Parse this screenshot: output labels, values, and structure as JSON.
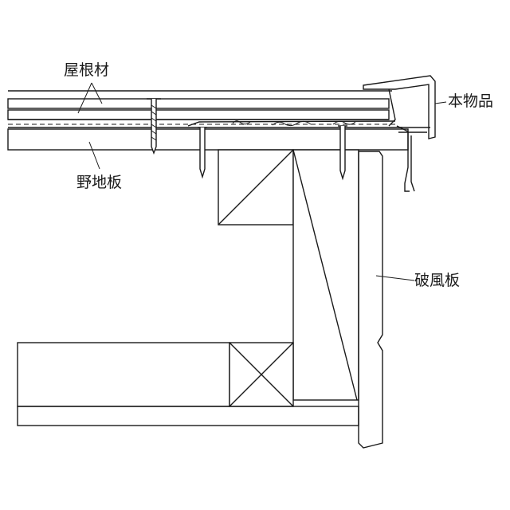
{
  "labels": {
    "roofing": "屋根材",
    "product": "本物品",
    "sheathing": "野地板",
    "fascia": "破風板"
  }
}
